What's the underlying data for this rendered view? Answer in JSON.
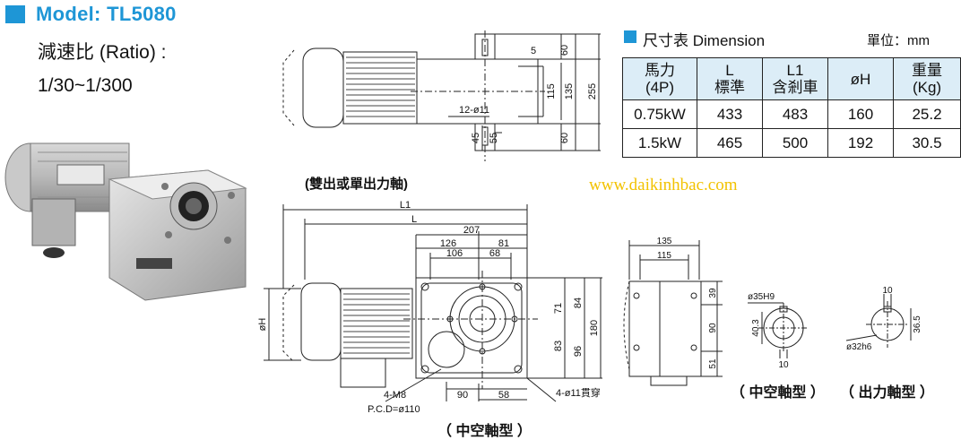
{
  "header": {
    "model_title": "Model: TL5080",
    "ratio_label": "減速比 (Ratio) :",
    "ratio_value": "1/30~1/300"
  },
  "watermark": "www.daikinhbac.com",
  "dimension_table": {
    "title": "尺寸表 Dimension",
    "unit": "單位：mm",
    "headers": [
      [
        "馬力",
        "(4P)"
      ],
      [
        "L",
        "標準"
      ],
      [
        "L1",
        "含剎車"
      ],
      [
        "øH",
        ""
      ],
      [
        "重量",
        "(Kg)"
      ]
    ],
    "rows": [
      [
        "0.75kW",
        "433",
        "483",
        "160",
        "25.2"
      ],
      [
        "1.5kW",
        "465",
        "500",
        "192",
        "30.5"
      ]
    ]
  },
  "captions": {
    "top_view": "(雙出或單出力軸)",
    "front_view": "（ 中空軸型 ）",
    "hollow_type": "（ 中空軸型 ）",
    "output_type": "（ 出力軸型 ）"
  },
  "top_drawing": {
    "dims": [
      "60",
      "5",
      "115",
      "135",
      "255",
      "12-ø11",
      "45",
      "55",
      "60"
    ]
  },
  "front_drawing": {
    "dims": [
      "L1",
      "L",
      "207",
      "126",
      "81",
      "106",
      "68",
      "71",
      "84",
      "83",
      "96",
      "180",
      "øH",
      "90",
      "58"
    ],
    "notes": [
      "4-M8",
      "P.C.D=ø110",
      "4-ø11貫穿"
    ]
  },
  "side_drawing": {
    "dims": [
      "135",
      "115",
      "39",
      "90",
      "51"
    ]
  },
  "shaft_hollow": {
    "dims": [
      "ø35H9",
      "40.3",
      "10"
    ]
  },
  "shaft_output": {
    "dims": [
      "10",
      "36.5",
      "ø32h6"
    ]
  },
  "colors": {
    "accent": "#1e96d6",
    "table_header_bg": "#dcedf7",
    "watermark": "#f2c200"
  }
}
